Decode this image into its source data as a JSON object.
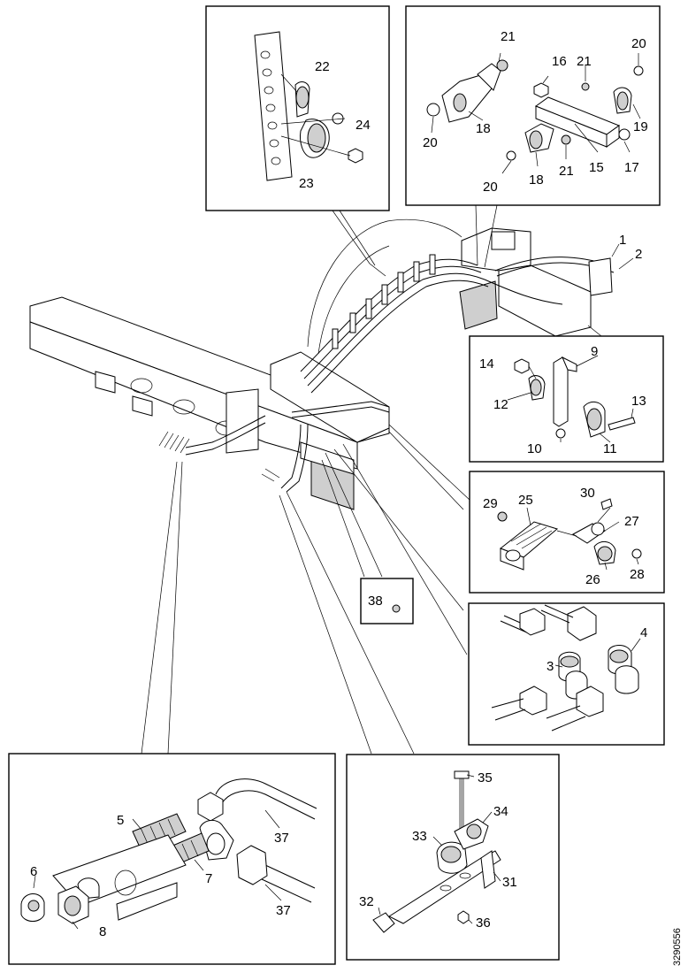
{
  "diagram": {
    "document_id": "3290556",
    "callouts": {
      "c1": "1",
      "c2": "2",
      "c3": "3",
      "c4": "4",
      "c5": "5",
      "c6": "6",
      "c7": "7",
      "c8": "8",
      "c9": "9",
      "c10": "10",
      "c11": "11",
      "c12": "12",
      "c13": "13",
      "c14": "14",
      "c15": "15",
      "c16": "16",
      "c17": "17",
      "c18a": "18",
      "c18b": "18",
      "c19": "19",
      "c20a": "20",
      "c20b": "20",
      "c20c": "20",
      "c21a": "21",
      "c21b": "21",
      "c21c": "21",
      "c22": "22",
      "c23": "23",
      "c24": "24",
      "c25": "25",
      "c26": "26",
      "c27": "27",
      "c28": "28",
      "c29": "29",
      "c30": "30",
      "c31": "31",
      "c32": "32",
      "c33": "33",
      "c34": "34",
      "c35": "35",
      "c36": "36",
      "c37a": "37",
      "c37b": "37",
      "c38": "38"
    }
  }
}
